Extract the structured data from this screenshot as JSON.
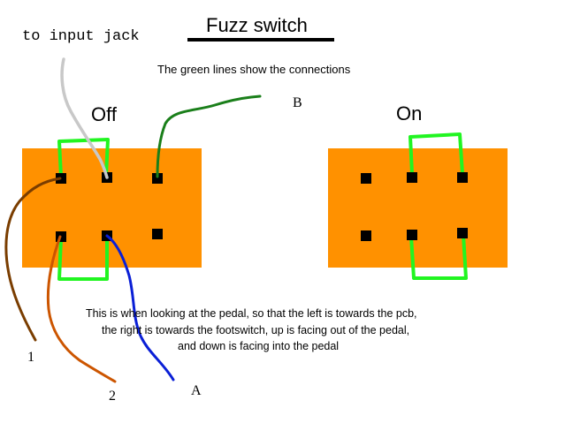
{
  "title": "Fuzz switch",
  "input_label": "to input jack",
  "subtitle": "The green lines show the connections",
  "off_label": "Off",
  "on_label": "On",
  "wire_labels": {
    "b": "B",
    "one": "1",
    "two": "2",
    "a": "A"
  },
  "note_lines": [
    "This is when looking at the pedal, so that the left is towards the pcb,",
    "the right is towards the footswitch, up is facing out of the pedal,",
    "and down is facing into the pedal"
  ],
  "colors": {
    "switch_body": "#ff9100",
    "lug": "#000000",
    "connection": "#21f521",
    "wire_input": "#c8c8c8",
    "wire_b": "#1a7f1a",
    "wire_1": "#7a3d00",
    "wire_2": "#cc5500",
    "wire_a": "#0a1fd6"
  }
}
